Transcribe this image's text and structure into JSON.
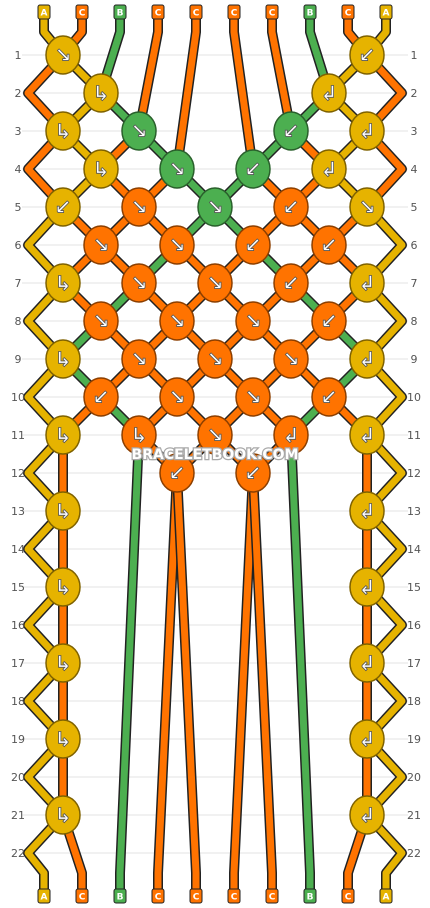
{
  "watermark": "BRACELETBOOK.COM",
  "colors": {
    "A": "#e6b300",
    "B": "#4caf50",
    "C": "#ff7300"
  },
  "strand_labels": [
    "A",
    "C",
    "B",
    "C",
    "C",
    "C",
    "C",
    "B",
    "C",
    "A"
  ],
  "row_numbers": [
    "1",
    "2",
    "3",
    "4",
    "5",
    "6",
    "7",
    "8",
    "9",
    "10",
    "11",
    "12",
    "13",
    "14",
    "15",
    "16",
    "17",
    "18",
    "19",
    "20",
    "21",
    "22"
  ],
  "knot_rows": [
    [
      {
        "c": "A",
        "d": "↘"
      },
      null,
      null,
      null,
      null,
      null,
      null,
      null,
      {
        "c": "A",
        "d": "↙"
      }
    ],
    [
      null,
      {
        "c": "A",
        "d": "↳"
      },
      null,
      null,
      null,
      null,
      null,
      {
        "c": "A",
        "d": "↲"
      },
      null
    ],
    [
      {
        "c": "A",
        "d": "↳"
      },
      null,
      {
        "c": "B",
        "d": "↘"
      },
      null,
      null,
      null,
      {
        "c": "B",
        "d": "↙"
      },
      null,
      {
        "c": "A",
        "d": "↲"
      }
    ],
    [
      null,
      {
        "c": "A",
        "d": "↳"
      },
      null,
      {
        "c": "B",
        "d": "↘"
      },
      null,
      {
        "c": "B",
        "d": "↙"
      },
      null,
      {
        "c": "A",
        "d": "↲"
      },
      null
    ],
    [
      {
        "c": "A",
        "d": "↙"
      },
      null,
      {
        "c": "C",
        "d": "↘"
      },
      null,
      {
        "c": "B",
        "d": "↘"
      },
      null,
      {
        "c": "C",
        "d": "↙"
      },
      null,
      {
        "c": "A",
        "d": "↘"
      }
    ],
    [
      null,
      {
        "c": "C",
        "d": "↘"
      },
      null,
      {
        "c": "C",
        "d": "↘"
      },
      null,
      {
        "c": "C",
        "d": "↙"
      },
      null,
      {
        "c": "C",
        "d": "↙"
      },
      null
    ],
    [
      {
        "c": "A",
        "d": "↳"
      },
      null,
      {
        "c": "C",
        "d": "↘"
      },
      null,
      {
        "c": "C",
        "d": "↘"
      },
      null,
      {
        "c": "C",
        "d": "↙"
      },
      null,
      {
        "c": "A",
        "d": "↲"
      }
    ],
    [
      null,
      {
        "c": "C",
        "d": "↘"
      },
      null,
      {
        "c": "C",
        "d": "↘"
      },
      null,
      {
        "c": "C",
        "d": "↘"
      },
      null,
      {
        "c": "C",
        "d": "↙"
      },
      null
    ],
    [
      {
        "c": "A",
        "d": "↳"
      },
      null,
      {
        "c": "C",
        "d": "↘"
      },
      null,
      {
        "c": "C",
        "d": "↘"
      },
      null,
      {
        "c": "C",
        "d": "↘"
      },
      null,
      {
        "c": "A",
        "d": "↲"
      }
    ],
    [
      null,
      {
        "c": "C",
        "d": "↙"
      },
      null,
      {
        "c": "C",
        "d": "↘"
      },
      null,
      {
        "c": "C",
        "d": "↘"
      },
      null,
      {
        "c": "C",
        "d": "↙"
      },
      null
    ],
    [
      {
        "c": "A",
        "d": "↳"
      },
      null,
      {
        "c": "C",
        "d": "↳"
      },
      null,
      {
        "c": "C",
        "d": "↘"
      },
      null,
      {
        "c": "C",
        "d": "↲"
      },
      null,
      {
        "c": "A",
        "d": "↲"
      }
    ],
    [
      null,
      null,
      null,
      {
        "c": "C",
        "d": "↙"
      },
      null,
      {
        "c": "C",
        "d": "↙"
      },
      null,
      null,
      null
    ],
    [
      {
        "c": "A",
        "d": "↳"
      },
      null,
      null,
      null,
      null,
      null,
      null,
      null,
      {
        "c": "A",
        "d": "↲"
      }
    ],
    [
      null,
      null,
      null,
      null,
      null,
      null,
      null,
      null,
      null
    ],
    [
      {
        "c": "A",
        "d": "↳"
      },
      null,
      null,
      null,
      null,
      null,
      null,
      null,
      {
        "c": "A",
        "d": "↲"
      }
    ],
    [
      null,
      null,
      null,
      null,
      null,
      null,
      null,
      null,
      null
    ],
    [
      {
        "c": "A",
        "d": "↳"
      },
      null,
      null,
      null,
      null,
      null,
      null,
      null,
      {
        "c": "A",
        "d": "↲"
      }
    ],
    [
      null,
      null,
      null,
      null,
      null,
      null,
      null,
      null,
      null
    ],
    [
      {
        "c": "A",
        "d": "↳"
      },
      null,
      null,
      null,
      null,
      null,
      null,
      null,
      {
        "c": "A",
        "d": "↲"
      }
    ],
    [
      null,
      null,
      null,
      null,
      null,
      null,
      null,
      null,
      null
    ],
    [
      {
        "c": "A",
        "d": "↳"
      },
      null,
      null,
      null,
      null,
      null,
      null,
      null,
      {
        "c": "A",
        "d": "↲"
      }
    ],
    [
      null,
      null,
      null,
      null,
      null,
      null,
      null,
      null,
      null
    ]
  ]
}
